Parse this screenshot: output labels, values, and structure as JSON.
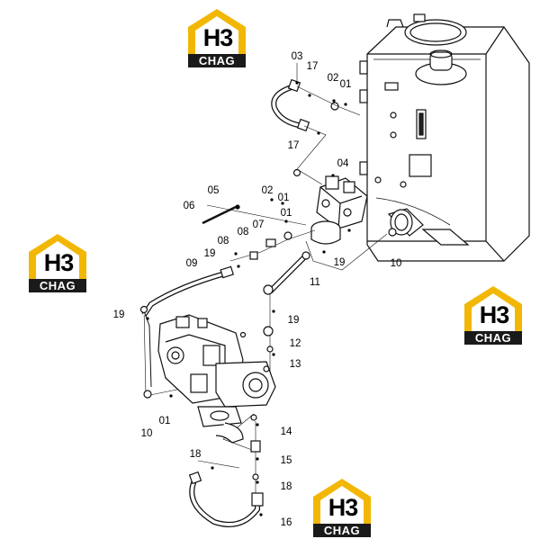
{
  "logo": {
    "mark": "H3",
    "word": "CHAG"
  },
  "callouts": [
    {
      "id": "c03a",
      "text": "03"
    },
    {
      "id": "c17a",
      "text": "17"
    },
    {
      "id": "c02a",
      "text": "02"
    },
    {
      "id": "c01a",
      "text": "01"
    },
    {
      "id": "c17b",
      "text": "17"
    },
    {
      "id": "c04",
      "text": "04"
    },
    {
      "id": "c05",
      "text": "05"
    },
    {
      "id": "c02b",
      "text": "02"
    },
    {
      "id": "c06",
      "text": "06"
    },
    {
      "id": "c01b",
      "text": "01"
    },
    {
      "id": "c07",
      "text": "07"
    },
    {
      "id": "c01c",
      "text": "01"
    },
    {
      "id": "c08a",
      "text": "08"
    },
    {
      "id": "c08b",
      "text": "08"
    },
    {
      "id": "c19a",
      "text": "19"
    },
    {
      "id": "c19b",
      "text": "19"
    },
    {
      "id": "c10a",
      "text": "10"
    },
    {
      "id": "c09",
      "text": "09"
    },
    {
      "id": "c11",
      "text": "11"
    },
    {
      "id": "c19c",
      "text": "19"
    },
    {
      "id": "c19d",
      "text": "19"
    },
    {
      "id": "c12",
      "text": "12"
    },
    {
      "id": "c13",
      "text": "13"
    },
    {
      "id": "c01d",
      "text": "01"
    },
    {
      "id": "c10b",
      "text": "10"
    },
    {
      "id": "c14",
      "text": "14"
    },
    {
      "id": "c15",
      "text": "15"
    },
    {
      "id": "c18a",
      "text": "18"
    },
    {
      "id": "c18b",
      "text": "18"
    },
    {
      "id": "c16",
      "text": "16"
    }
  ]
}
